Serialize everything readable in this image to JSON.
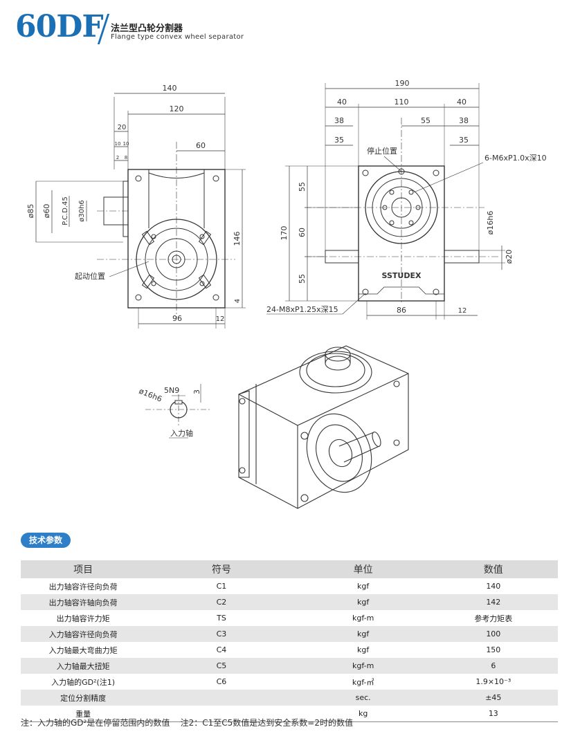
{
  "header": {
    "model": "60DF",
    "title_cn": "法兰型凸轮分割器",
    "title_en": "Flange type convex wheel separator"
  },
  "drawing": {
    "left_view": {
      "dims_top": [
        "140",
        "120",
        "20",
        "10",
        "10",
        "2",
        "8",
        "60"
      ],
      "dims_left": [
        "ø85",
        "ø60",
        "P.C.D.45",
        "ø30h6"
      ],
      "dims_right": [
        "146",
        "4"
      ],
      "dims_bottom": [
        "96",
        "12"
      ],
      "label_start": "起动位置"
    },
    "right_view": {
      "dims_top": [
        "190",
        "40",
        "110",
        "40",
        "38",
        "55",
        "38",
        "35",
        "35"
      ],
      "label_stop": "停止位置",
      "label_holes": "6-M6xP1.0x深10",
      "dims_left": [
        "55",
        "170",
        "60",
        "55"
      ],
      "dims_right": [
        "ø16h6",
        "ø20"
      ],
      "brand": "SSTUDEX",
      "label_bottom_holes": "24-M8xP1.25x深15",
      "dims_bottom": [
        "86",
        "12"
      ]
    },
    "shaft_detail": {
      "dia": "ø16h6",
      "key": "5N9",
      "depth": "3",
      "label": "入力轴"
    }
  },
  "specs": {
    "badge": "技术参数",
    "headers": [
      "项目",
      "符号",
      "单位",
      "数值"
    ],
    "rows": [
      [
        "出力轴容许径向负荷",
        "C1",
        "kgf",
        "140"
      ],
      [
        "出力轴容许轴向负荷",
        "C2",
        "kgf",
        "142"
      ],
      [
        "出力轴容许力矩",
        "TS",
        "kgf-m",
        "参考力矩表"
      ],
      [
        "入力轴容许径向负荷",
        "C3",
        "kgf",
        "100"
      ],
      [
        "入力轴最大弯曲力矩",
        "C4",
        "kgf",
        "150"
      ],
      [
        "入力轴最大扭矩",
        "C5",
        "kgf-m",
        "6"
      ],
      [
        "入力轴的GD²(注1)",
        "C6",
        "kgf-㎡",
        "1.9×10⁻³"
      ],
      [
        "定位分割精度",
        "",
        "sec.",
        "±45"
      ],
      [
        "重量",
        "",
        "kg",
        "13"
      ]
    ]
  },
  "footnote": "注：入力轴的GD²是在停留范围内的数值    注2：C1至C5数值是达到安全系数=2时的数值"
}
